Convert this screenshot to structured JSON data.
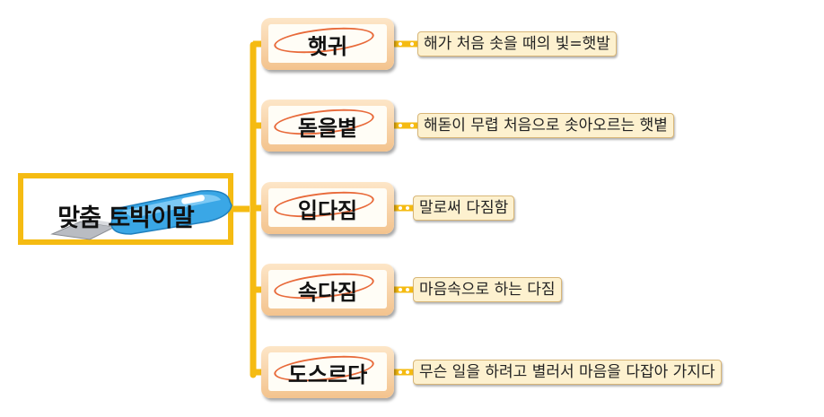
{
  "root": {
    "title": "맞춤 토박이말"
  },
  "items": [
    {
      "word": "햇귀",
      "meaning": "해가 처음 솟을 때의 빛=햇발"
    },
    {
      "word": "돋을볕",
      "meaning": "해돋이 무렵 처음으로 솟아오르는 햇볕"
    },
    {
      "word": "입다짐",
      "meaning": "말로써 다짐함"
    },
    {
      "word": "속다짐",
      "meaning": "마음속으로 하는 다짐"
    },
    {
      "word": "도스르다",
      "meaning": "무슨 일을 하려고 별러서 마음을 다잡아 가지다"
    }
  ],
  "colors": {
    "connector": "#f5bb12",
    "root_border": "#f5bb12",
    "node_frame": "#f3c38e",
    "word_oval": "#e86a3a",
    "desc_fill": "#fdf1cf"
  }
}
